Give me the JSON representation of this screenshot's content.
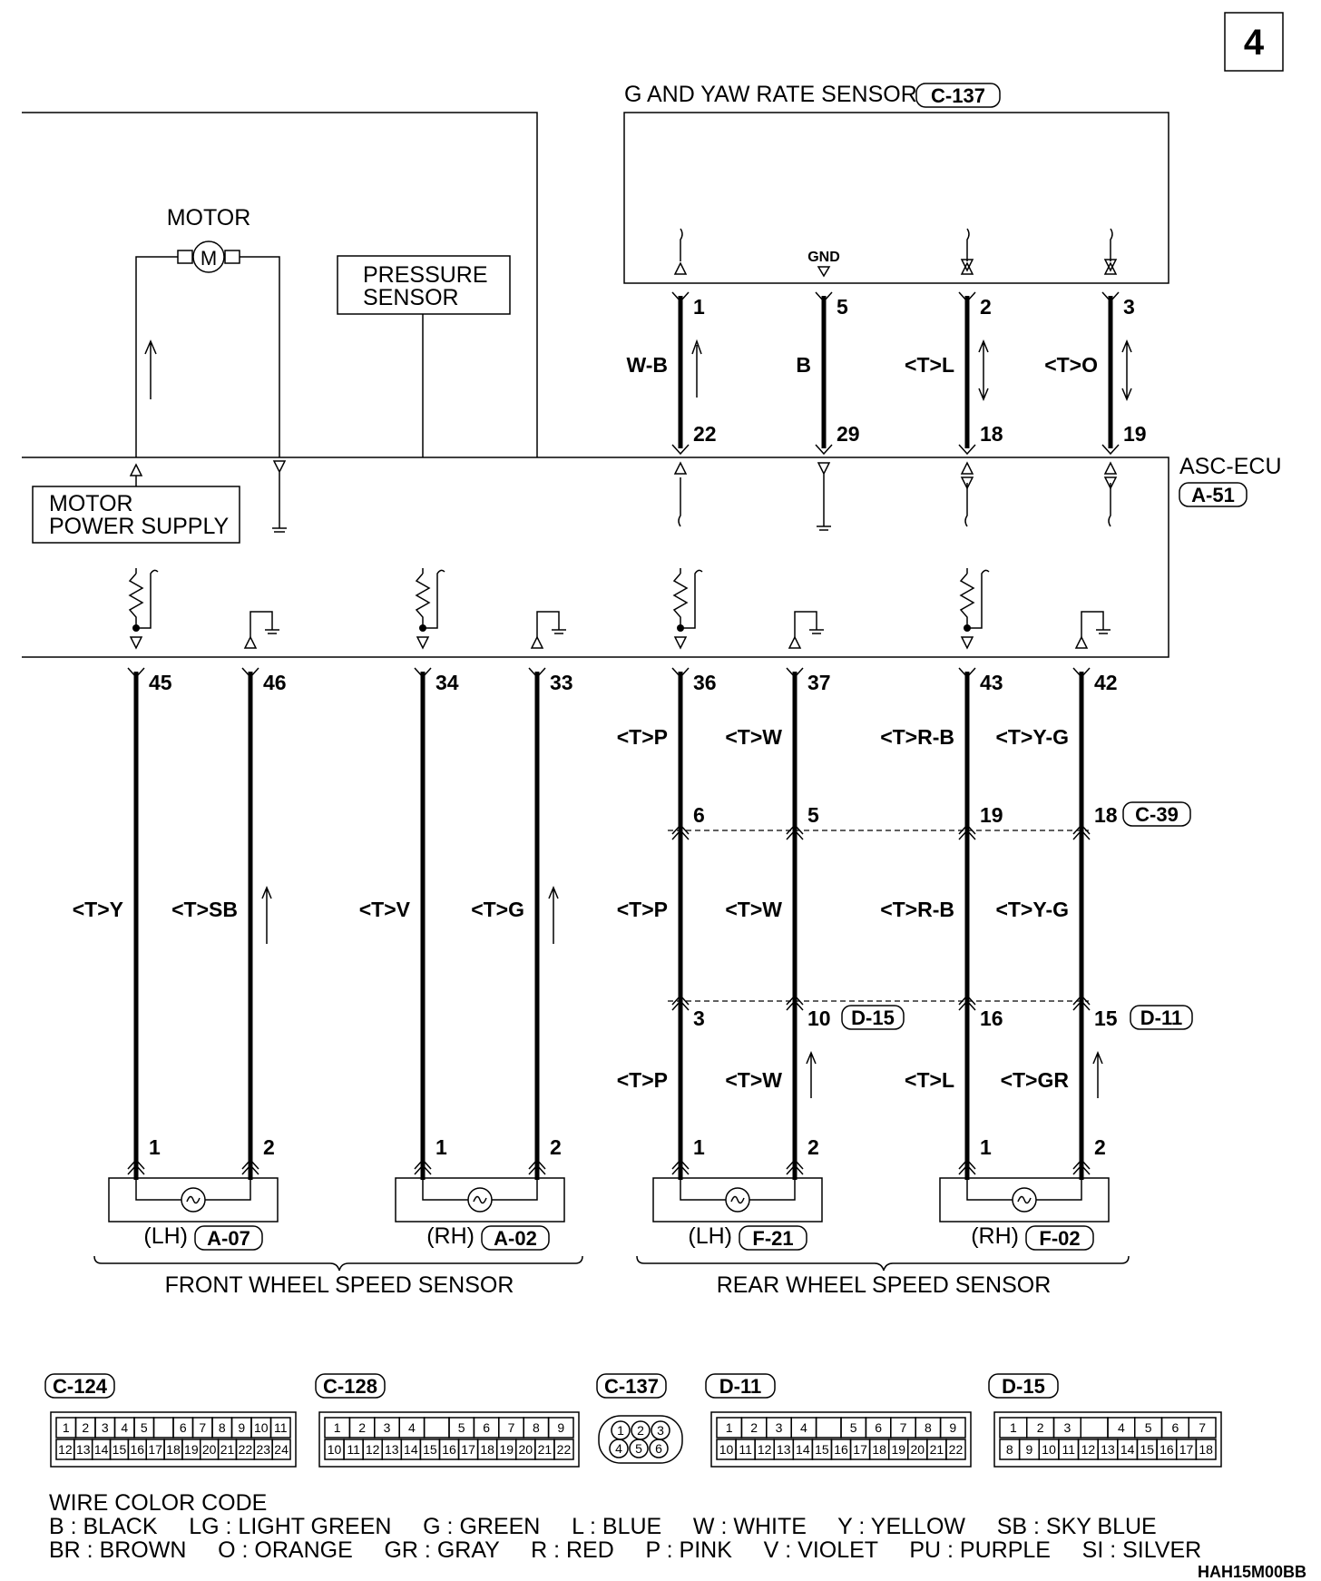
{
  "page_number": "4",
  "components": {
    "g_yaw_sensor": {
      "label": "G AND YAW RATE SENSOR",
      "connector": "C-137",
      "gnd_label": "GND"
    },
    "motor": {
      "label": "MOTOR",
      "symbol": "M"
    },
    "pressure_sensor": {
      "line1": "PRESSURE",
      "line2": "SENSOR"
    },
    "motor_power_supply": {
      "line1": "MOTOR",
      "line2": "POWER SUPPLY"
    },
    "ecu": {
      "label": "ASC-ECU",
      "connector": "A-51"
    }
  },
  "upper_wires": [
    {
      "top_pin": "1",
      "bottom_pin": "22",
      "color": "W-B"
    },
    {
      "top_pin": "5",
      "bottom_pin": "29",
      "color": "B"
    },
    {
      "top_pin": "2",
      "bottom_pin": "18",
      "color": "<T>L"
    },
    {
      "top_pin": "3",
      "bottom_pin": "19",
      "color": "<T>O"
    }
  ],
  "lower_wires": [
    {
      "ecu_pin": "45",
      "colors": [
        "<T>Y"
      ],
      "sensor_pin": "1"
    },
    {
      "ecu_pin": "46",
      "colors": [
        "<T>SB"
      ],
      "sensor_pin": "2"
    },
    {
      "ecu_pin": "34",
      "colors": [
        "<T>V"
      ],
      "sensor_pin": "1"
    },
    {
      "ecu_pin": "33",
      "colors": [
        "<T>G"
      ],
      "sensor_pin": "2"
    },
    {
      "ecu_pin": "36",
      "colors": [
        "<T>P",
        "<T>P",
        "<T>P"
      ],
      "c39_pin": "6",
      "d_pin": "3",
      "sensor_pin": "1"
    },
    {
      "ecu_pin": "37",
      "colors": [
        "<T>W",
        "<T>W",
        "<T>W"
      ],
      "c39_pin": "5",
      "d_pin": "10",
      "sensor_pin": "2"
    },
    {
      "ecu_pin": "43",
      "colors": [
        "<T>R-B",
        "<T>R-B",
        "<T>L"
      ],
      "c39_pin": "19",
      "d_pin": "16",
      "sensor_pin": "1"
    },
    {
      "ecu_pin": "42",
      "colors": [
        "<T>Y-G",
        "<T>Y-G",
        "<T>GR"
      ],
      "c39_pin": "18",
      "d_pin": "15",
      "sensor_pin": "2"
    }
  ],
  "intermediate_connectors": {
    "c39": "C-39",
    "d15": "D-15",
    "d11": "D-11"
  },
  "wheel_sensors": [
    {
      "side": "(LH)",
      "connector": "A-07"
    },
    {
      "side": "(RH)",
      "connector": "A-02"
    },
    {
      "side": "(LH)",
      "connector": "F-21"
    },
    {
      "side": "(RH)",
      "connector": "F-02"
    }
  ],
  "groups": {
    "front": "FRONT WHEEL SPEED SENSOR",
    "rear": "REAR WHEEL SPEED SENSOR"
  },
  "connector_views": [
    {
      "name": "C-124",
      "top": [
        "1",
        "2",
        "3",
        "4",
        "5",
        "",
        "6",
        "7",
        "8",
        "9",
        "10",
        "11"
      ],
      "bottom": [
        "12",
        "13",
        "14",
        "15",
        "16",
        "17",
        "18",
        "19",
        "20",
        "21",
        "22",
        "23",
        "24"
      ]
    },
    {
      "name": "C-128",
      "top": [
        "1",
        "2",
        "3",
        "4",
        "",
        "5",
        "6",
        "7",
        "8",
        "9"
      ],
      "bottom": [
        "10",
        "11",
        "12",
        "13",
        "14",
        "15",
        "16",
        "17",
        "18",
        "19",
        "20",
        "21",
        "22"
      ]
    },
    {
      "name": "C-137",
      "top": [
        "1",
        "2",
        "3"
      ],
      "bottom": [
        "4",
        "5",
        "6"
      ]
    },
    {
      "name": "D-11",
      "top": [
        "1",
        "2",
        "3",
        "4",
        "",
        "5",
        "6",
        "7",
        "8",
        "9"
      ],
      "bottom": [
        "10",
        "11",
        "12",
        "13",
        "14",
        "15",
        "16",
        "17",
        "18",
        "19",
        "20",
        "21",
        "22"
      ]
    },
    {
      "name": "D-15",
      "top": [
        "1",
        "2",
        "3",
        "",
        "4",
        "5",
        "6",
        "7"
      ],
      "bottom": [
        "8",
        "9",
        "10",
        "11",
        "12",
        "13",
        "14",
        "15",
        "16",
        "17",
        "18"
      ]
    }
  ],
  "wire_color_code": {
    "title": "WIRE COLOR CODE",
    "row1": "B : BLACK     LG : LIGHT GREEN     G : GREEN     L : BLUE     W : WHITE     Y : YELLOW     SB : SKY BLUE",
    "row2": "BR : BROWN     O : ORANGE     GR : GRAY     R : RED     P : PINK     V : VIOLET     PU : PURPLE     SI : SILVER"
  },
  "drawing_code": "HAH15M00BB"
}
